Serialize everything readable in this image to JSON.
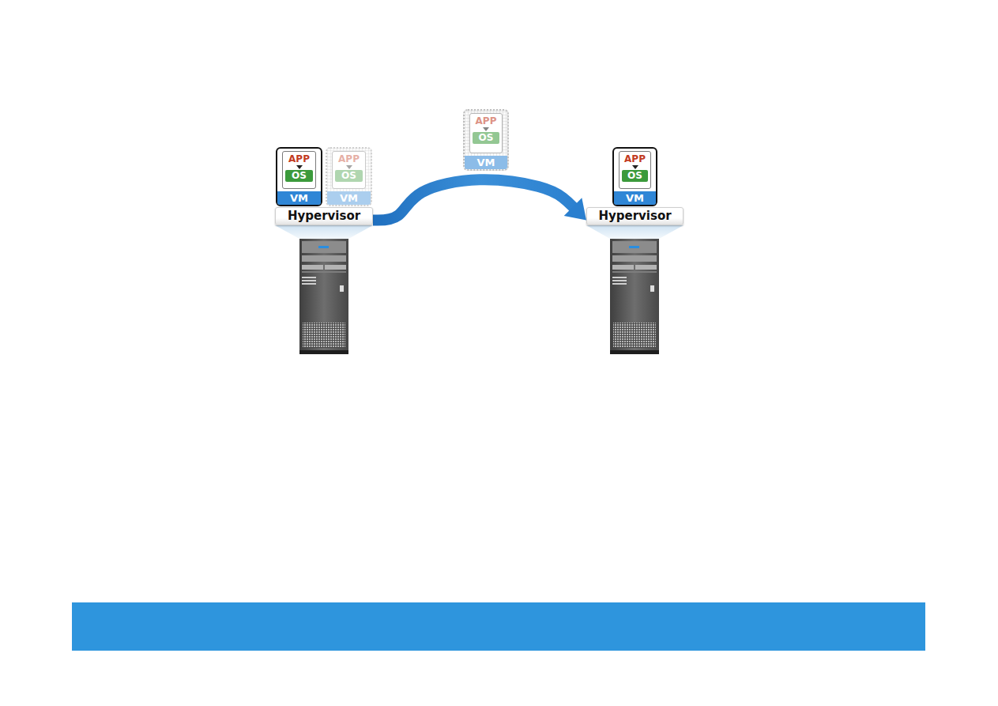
{
  "diagram": {
    "nodes": [
      {
        "text": [
          "APP",
          "OS",
          "VM"
        ]
      },
      {
        "text": [
          "APP",
          "OS",
          "VM"
        ]
      },
      {
        "text": [
          "Hypervisor"
        ]
      },
      {
        "text": [
          "APP",
          "OS",
          "VM"
        ]
      },
      {
        "text": [
          "APP",
          "OS",
          "VM"
        ]
      },
      {
        "text": [
          "Hypervisor"
        ]
      }
    ],
    "edges": [
      {
        "from": 2,
        "to": 5,
        "arrow": "to"
      }
    ]
  }
}
